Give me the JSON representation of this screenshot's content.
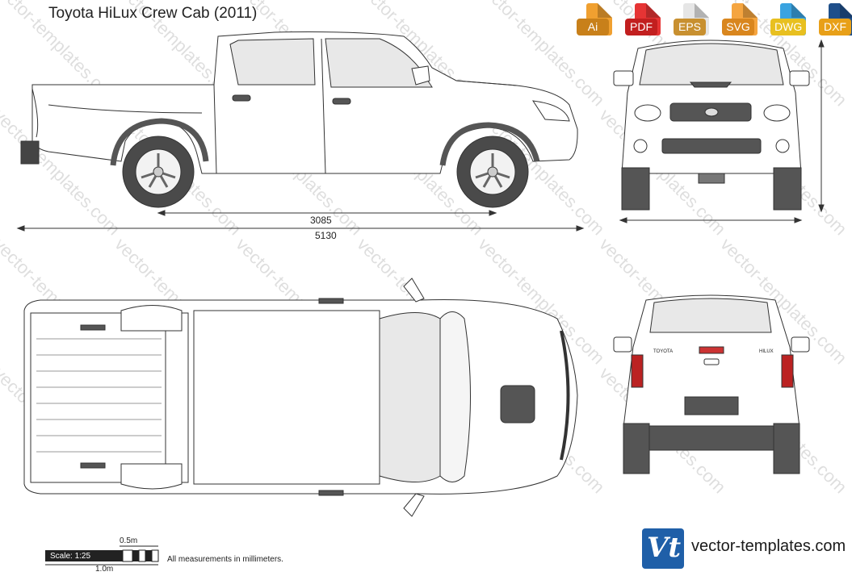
{
  "title": "Toyota HiLux Crew Cab (2011)",
  "formats": [
    {
      "label": "Ai",
      "color": "#f0a030",
      "tag": "#c8801a"
    },
    {
      "label": "PDF",
      "color": "#e63434",
      "tag": "#c21f1f"
    },
    {
      "label": "EPS",
      "color": "#e6e6e6",
      "tag": "#c89030"
    },
    {
      "label": "SVG",
      "color": "#f5a540",
      "tag": "#d9861e"
    },
    {
      "label": "DWG",
      "color": "#3aa3e0",
      "tag": "#e8c020"
    },
    {
      "label": "DXF",
      "color": "#1f4f8a",
      "tag": "#e8a018"
    }
  ],
  "dimensions": {
    "wheelbase": "3085",
    "length": "5130"
  },
  "badges": {
    "rear_left": "TOYOTA",
    "rear_right": "HILUX"
  },
  "scale": {
    "label": "Scale: 1:25",
    "half_meter": "0.5m",
    "one_meter": "1.0m",
    "caption": "All measurements in millimeters."
  },
  "brand": {
    "logo_text": "Vt",
    "site": "vector-templates.com"
  },
  "watermark": "vector-templates.com"
}
